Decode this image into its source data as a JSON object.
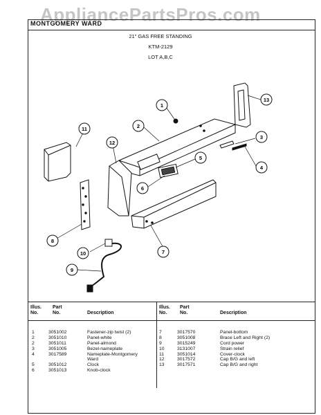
{
  "watermark": "AppliancePartsPros.com",
  "brand": "MONTGOMERY WARD",
  "header": {
    "line1": "21\" GAS FREE STANDING",
    "line2": "KTM-2129",
    "line3": "LOT A,B,C"
  },
  "callouts": [
    "1",
    "2",
    "3",
    "4",
    "5",
    "6",
    "7",
    "8",
    "9",
    "10",
    "11",
    "12",
    "13"
  ],
  "table": {
    "headers": {
      "illus": "Illus.\nNo.",
      "part": "Part\nNo.",
      "description": "Description"
    },
    "left_rows": [
      {
        "illus": "1",
        "part": "3051002",
        "description": "Fastener-zip twist (2)"
      },
      {
        "illus": "2",
        "part": "3051010",
        "description": "Panel-white"
      },
      {
        "illus": "2",
        "part": "3051011",
        "description": "Panel-almond"
      },
      {
        "illus": "3",
        "part": "3051005",
        "description": "Bezel-nameplate"
      },
      {
        "illus": "4",
        "part": "3017589",
        "description": "Nameplate-Montgomery"
      },
      {
        "illus": "",
        "part": "",
        "description": "Ward"
      },
      {
        "illus": "5",
        "part": "3051012",
        "description": "Clock"
      },
      {
        "illus": "6",
        "part": "3051013",
        "description": "Knob-clock"
      }
    ],
    "right_rows": [
      {
        "illus": "7",
        "part": "3017570",
        "description": "Panel-bottom"
      },
      {
        "illus": "8",
        "part": "3051008",
        "description": "Brace Left and Right (2)"
      },
      {
        "illus": "9",
        "part": "3015249",
        "description": "Cord power"
      },
      {
        "illus": "10",
        "part": "3131007",
        "description": "Strain relief"
      },
      {
        "illus": "11",
        "part": "3051014",
        "description": "Cover-clock"
      },
      {
        "illus": "12",
        "part": "3017572",
        "description": "Cap B/G and left"
      },
      {
        "illus": "13",
        "part": "3017571",
        "description": "Cap B/G and right"
      }
    ]
  }
}
